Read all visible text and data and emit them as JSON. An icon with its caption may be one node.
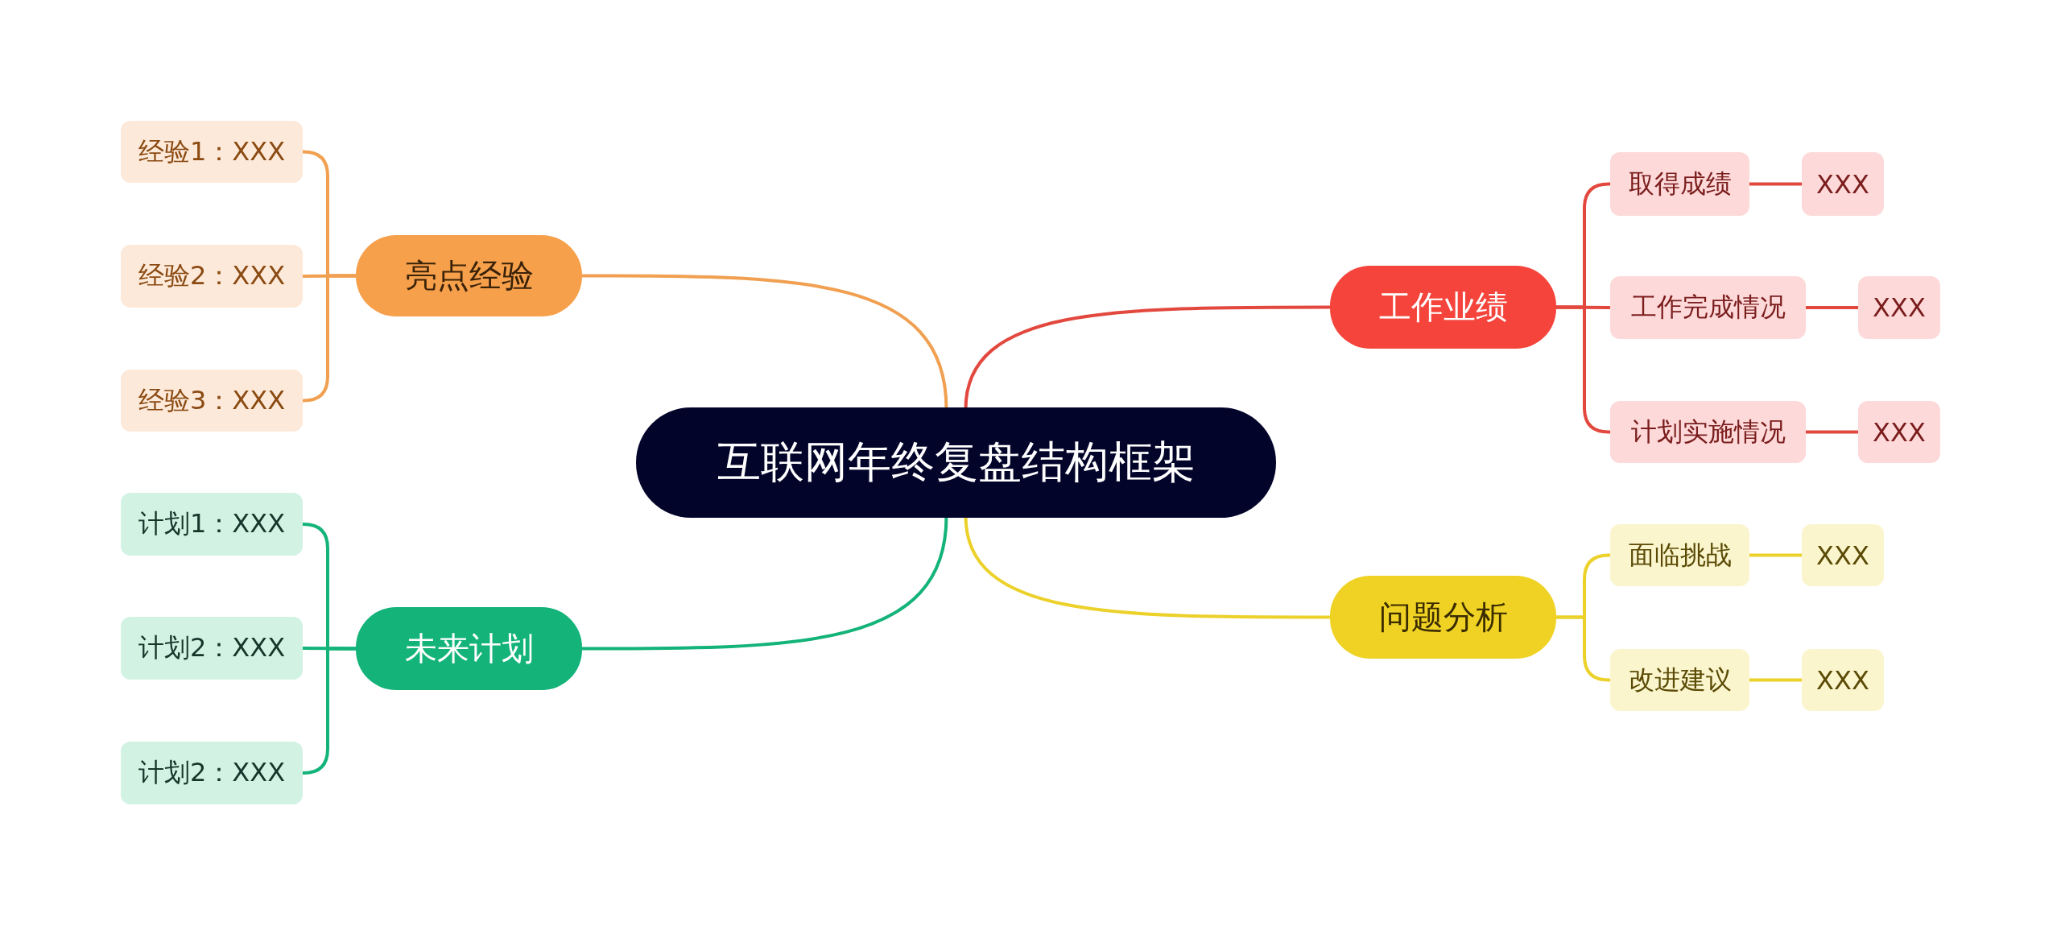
{
  "diagram": {
    "nodes": [
      {
        "text": [
          "互联网年终复盘结构框架"
        ]
      },
      {
        "text": [
          "亮点经验"
        ]
      },
      {
        "text": [
          "经验1：XXX"
        ]
      },
      {
        "text": [
          "经验2：XXX"
        ]
      },
      {
        "text": [
          "经验3：XXX"
        ]
      },
      {
        "text": [
          "未来计划"
        ]
      },
      {
        "text": [
          "计划1：XXX"
        ]
      },
      {
        "text": [
          "计划2：XXX"
        ]
      },
      {
        "text": [
          "计划2：XXX"
        ]
      },
      {
        "text": [
          "工作业绩"
        ]
      },
      {
        "text": [
          "取得成绩"
        ]
      },
      {
        "text": [
          "XXX"
        ]
      },
      {
        "text": [
          "工作完成情况"
        ]
      },
      {
        "text": [
          "XXX"
        ]
      },
      {
        "text": [
          "计划实施情况"
        ]
      },
      {
        "text": [
          "XXX"
        ]
      },
      {
        "text": [
          "问题分析"
        ]
      },
      {
        "text": [
          "面临挑战"
        ]
      },
      {
        "text": [
          "XXX"
        ]
      },
      {
        "text": [
          "改进建议"
        ]
      },
      {
        "text": [
          "XXX"
        ]
      }
    ],
    "edges": [
      {
        "from": 0,
        "to": 1,
        "arrow": "none",
        "color": "#f0a050"
      },
      {
        "from": 1,
        "to": 2,
        "arrow": "none",
        "color": "#f0a050"
      },
      {
        "from": 1,
        "to": 3,
        "arrow": "none",
        "color": "#f0a050"
      },
      {
        "from": 1,
        "to": 4,
        "arrow": "none",
        "color": "#f0a050"
      },
      {
        "from": 0,
        "to": 5,
        "arrow": "none",
        "color": "#13b37a"
      },
      {
        "from": 5,
        "to": 6,
        "arrow": "none",
        "color": "#13b37a"
      },
      {
        "from": 5,
        "to": 7,
        "arrow": "none",
        "color": "#13b37a"
      },
      {
        "from": 5,
        "to": 8,
        "arrow": "none",
        "color": "#13b37a"
      },
      {
        "from": 0,
        "to": 9,
        "arrow": "none",
        "color": "#e2483e"
      },
      {
        "from": 9,
        "to": 10,
        "arrow": "none",
        "color": "#e2483e"
      },
      {
        "from": 10,
        "to": 11,
        "arrow": "none",
        "color": "#e2483e"
      },
      {
        "from": 9,
        "to": 12,
        "arrow": "none",
        "color": "#e2483e"
      },
      {
        "from": 12,
        "to": 13,
        "arrow": "none",
        "color": "#e2483e"
      },
      {
        "from": 9,
        "to": 14,
        "arrow": "none",
        "color": "#e2483e"
      },
      {
        "from": 14,
        "to": 15,
        "arrow": "none",
        "color": "#e2483e"
      },
      {
        "from": 0,
        "to": 16,
        "arrow": "none",
        "color": "#ecd12a"
      },
      {
        "from": 16,
        "to": 17,
        "arrow": "none",
        "color": "#ecd12a"
      },
      {
        "from": 17,
        "to": 18,
        "arrow": "none",
        "color": "#ecd12a"
      },
      {
        "from": 16,
        "to": 19,
        "arrow": "none",
        "color": "#ecd12a"
      },
      {
        "from": 19,
        "to": 20,
        "arrow": "none",
        "color": "#ecd12a"
      }
    ]
  }
}
